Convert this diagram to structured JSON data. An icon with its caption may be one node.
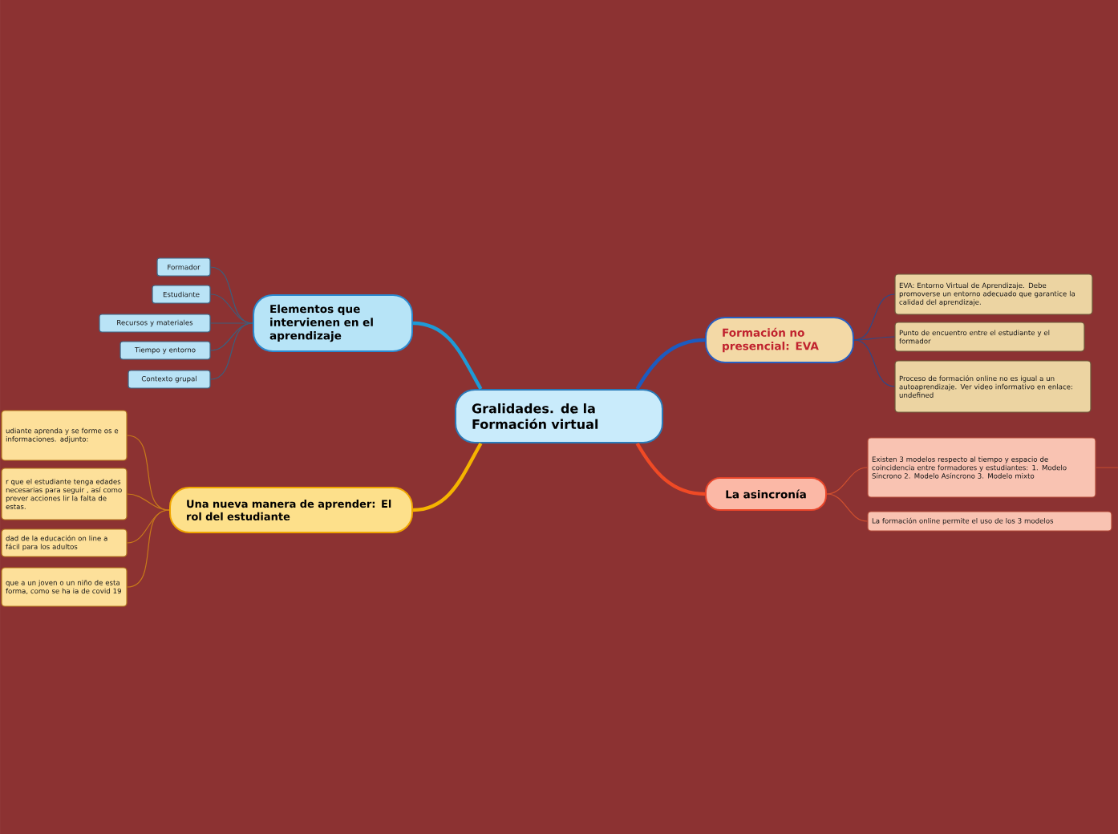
{
  "diagram": {
    "nodes": [
      {
        "text": [
          "Gralidades. de la Formación virtual"
        ]
      },
      {
        "text": [
          "Elementos que intervienen en el aprendizaje"
        ]
      },
      {
        "text": [
          "Formador"
        ]
      },
      {
        "text": [
          "Estudiante"
        ]
      },
      {
        "text": [
          "Recursos y materiales"
        ]
      },
      {
        "text": [
          "Tiempo y entorno"
        ]
      },
      {
        "text": [
          "Contexto grupal"
        ]
      },
      {
        "text": [
          "Una nueva manera de aprender: El rol del estudiante"
        ]
      },
      {
        "text": [
          "udiante aprenda y se forme os e informaciones. adjunto:"
        ]
      },
      {
        "text": [
          "r que el estudiante tenga edades necesarias para seguir , así como prever acciones lir la falta de estas."
        ]
      },
      {
        "text": [
          "dad de la educación on line a fácil para los adultos"
        ]
      },
      {
        "text": [
          "que a un joven o un niño de esta forma, como se ha ia de covid 19"
        ]
      },
      {
        "text": [
          "Formación no presencial: EVA"
        ]
      },
      {
        "text": [
          "EVA: Entorno Virtual de Aprendizaje. Debe promoverse un entorno adecuado que garantice la calidad del aprendizaje."
        ]
      },
      {
        "text": [
          "Punto de encuentro entre el estudiante y el formador"
        ]
      },
      {
        "text": [
          "Proceso de formación online no es igual a un autoaprendizaje. Ver video informativo en enlace: undefined"
        ]
      },
      {
        "text": [
          "La asincronía"
        ]
      },
      {
        "text": [
          "Existen 3 modelos respecto al tiempo y espacio de coincidencia entre formadores y estudiantes: 1. Modelo Síncrono 2. Modelo Asíncrono 3. Modelo mixto"
        ]
      },
      {
        "text": [
          "La formación online permite el uso de los 3 modelos"
        ]
      }
    ],
    "edges": [
      {
        "from": 0,
        "to": 1,
        "arrow": "none",
        "style": "thick",
        "color": "#1e9ad6"
      },
      {
        "from": 1,
        "to": 2,
        "arrow": "none",
        "color": "#3c5f7d"
      },
      {
        "from": 1,
        "to": 3,
        "arrow": "none",
        "color": "#3c5f7d"
      },
      {
        "from": 1,
        "to": 4,
        "arrow": "none",
        "color": "#3c5f7d"
      },
      {
        "from": 1,
        "to": 5,
        "arrow": "none",
        "color": "#3c5f7d"
      },
      {
        "from": 1,
        "to": 6,
        "arrow": "none",
        "color": "#3c5f7d"
      },
      {
        "from": 0,
        "to": 7,
        "arrow": "none",
        "style": "thick",
        "color": "#f5b400"
      },
      {
        "from": 7,
        "to": 8,
        "arrow": "none",
        "color": "#c87a1a"
      },
      {
        "from": 7,
        "to": 9,
        "arrow": "none",
        "color": "#c87a1a"
      },
      {
        "from": 7,
        "to": 10,
        "arrow": "none",
        "color": "#c87a1a"
      },
      {
        "from": 7,
        "to": 11,
        "arrow": "none",
        "color": "#c87a1a"
      },
      {
        "from": 0,
        "to": 12,
        "arrow": "none",
        "style": "thick",
        "color": "#1c5bc0"
      },
      {
        "from": 12,
        "to": 13,
        "arrow": "none",
        "color": "#2d4a8a"
      },
      {
        "from": 12,
        "to": 14,
        "arrow": "none",
        "color": "#2d4a8a"
      },
      {
        "from": 12,
        "to": 15,
        "arrow": "none",
        "color": "#2d4a8a"
      },
      {
        "from": 0,
        "to": 16,
        "arrow": "none",
        "style": "thick",
        "color": "#f04a25"
      },
      {
        "from": 16,
        "to": 17,
        "arrow": "none",
        "color": "#d0502f"
      },
      {
        "from": 16,
        "to": 18,
        "arrow": "none",
        "color": "#d0502f"
      },
      {
        "from": 17,
        "to": null,
        "arrow": "none",
        "color": "#d0502f"
      }
    ]
  }
}
